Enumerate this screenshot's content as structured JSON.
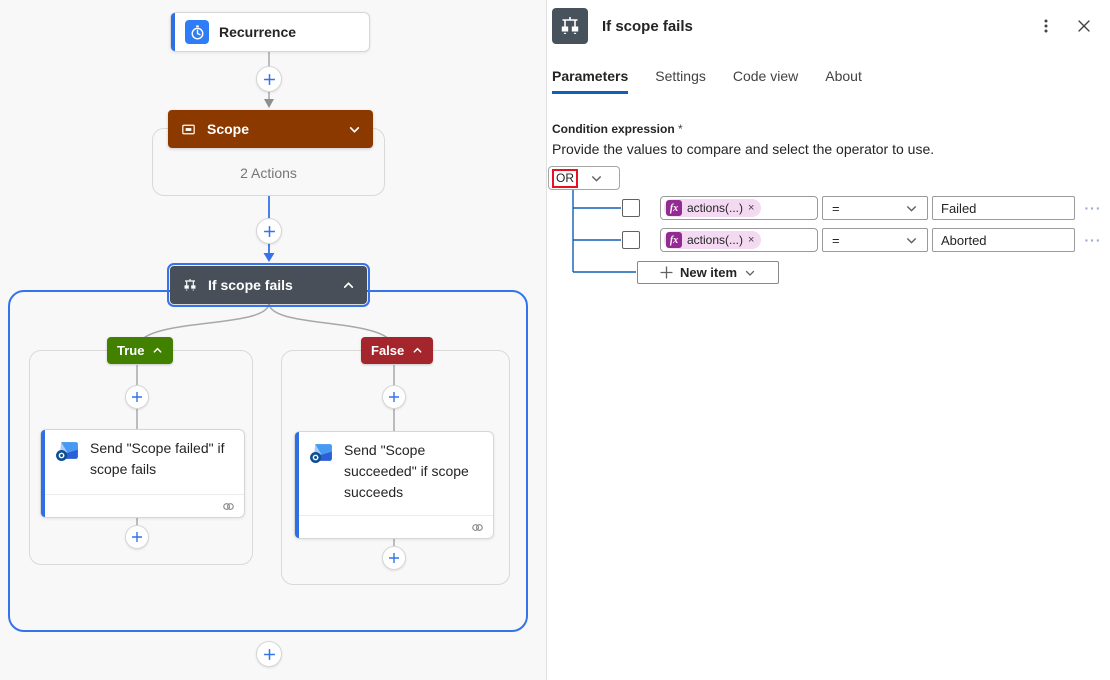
{
  "flow": {
    "recurrence_label": "Recurrence",
    "scope_label": "Scope",
    "scope_summary": "2 Actions",
    "condition_label": "If scope fails",
    "true_label": "True",
    "false_label": "False",
    "true_card_title": "Send \"Scope failed\" if scope fails",
    "false_card_title": "Send \"Scope succeeded\" if scope succeeds"
  },
  "panel": {
    "title": "If scope fails",
    "tabs": [
      "Parameters",
      "Settings",
      "Code view",
      "About"
    ],
    "active_tab": "Parameters",
    "section_label": "Condition expression",
    "required_marker": "*",
    "description": "Provide the values to compare and select the operator to use.",
    "group_operator": "OR",
    "rows": [
      {
        "operand": "actions(...)",
        "operator": "=",
        "value": "Failed"
      },
      {
        "operand": "actions(...)",
        "operator": "=",
        "value": "Aborted"
      }
    ],
    "new_item_label": "New item",
    "fx_badge": "fx",
    "chip_remove": "×",
    "row_more": "···"
  },
  "colors": {
    "accent_blue": "#3473ea",
    "tree_blue": "#1160b7",
    "scope_brown": "#8c3900",
    "condition_gray": "#484f58",
    "true_green": "#428000",
    "false_red": "#a4262c",
    "chip_magenta": "#942b93",
    "or_highlight_red": "#e81123"
  }
}
